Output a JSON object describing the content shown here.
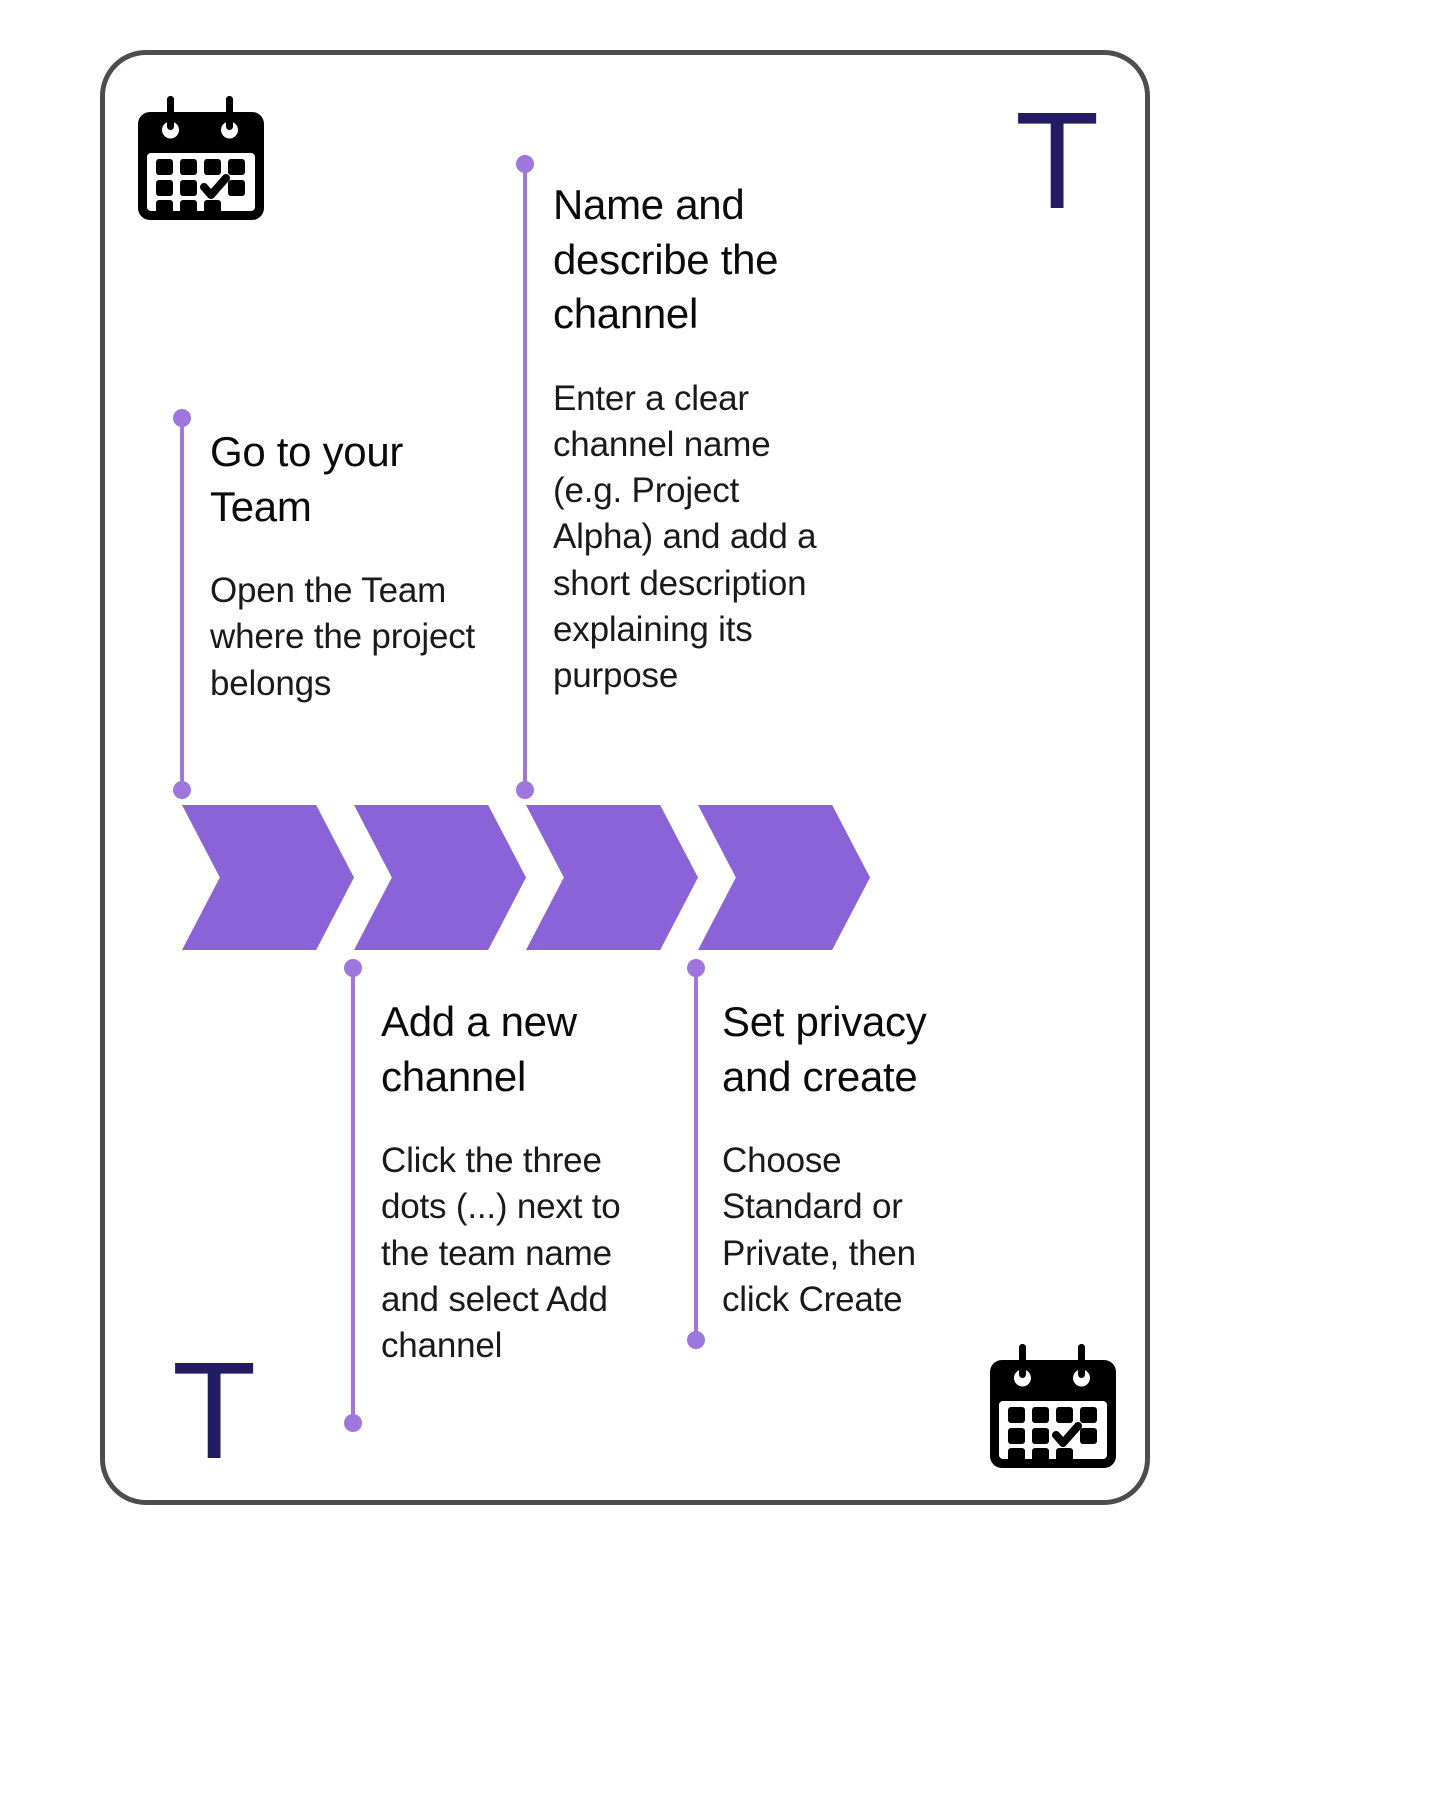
{
  "card": {
    "border_color": "#4d4d4d",
    "background": "#ffffff"
  },
  "theme": {
    "accent_purple": "#8b63d9",
    "connector_purple": "#9e76de",
    "letter_navy": "#231b63",
    "text_black": "#0b0b0b"
  },
  "decorations": {
    "calendar_top_left": "calendar-check-icon",
    "calendar_bottom_right": "calendar-check-icon",
    "letter_top_right": "T",
    "letter_bottom_left": "T"
  },
  "process": {
    "arrow_count": 4,
    "arrows": [
      {
        "index": 1,
        "color": "#8b63d9"
      },
      {
        "index": 2,
        "color": "#8b63d9"
      },
      {
        "index": 3,
        "color": "#8b63d9"
      },
      {
        "index": 4,
        "color": "#8b63d9"
      }
    ]
  },
  "steps": [
    {
      "id": "step-1",
      "position": "above",
      "title": "Go to your Team",
      "body": "Open the Team where the project belongs"
    },
    {
      "id": "step-2",
      "position": "above",
      "title": "Name and describe the channel",
      "body": "Enter a clear channel name (e.g. Project Alpha) and add a short description explaining its purpose"
    },
    {
      "id": "step-3",
      "position": "below",
      "title": "Add a new channel",
      "body": "Click the three dots (...) next to the team name and select Add channel"
    },
    {
      "id": "step-4",
      "position": "below",
      "title": "Set privacy and create",
      "body": "Choose Standard or Private, then click Create"
    }
  ]
}
